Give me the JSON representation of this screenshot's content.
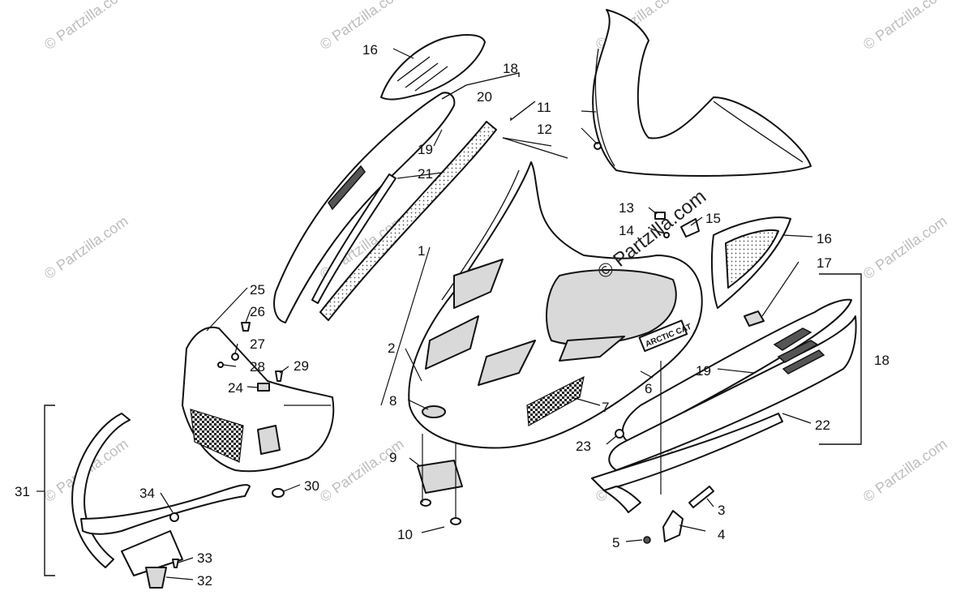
{
  "watermark": "© Partzilla.com",
  "callouts": {
    "c1": "1",
    "c2": "2",
    "c3": "3",
    "c4": "4",
    "c5": "5",
    "c6": "6",
    "c7": "7",
    "c8": "8",
    "c9": "9",
    "c10": "10",
    "c11": "11",
    "c12": "12",
    "c13": "13",
    "c14": "14",
    "c15": "15",
    "c16a": "16",
    "c16b": "16",
    "c17": "17",
    "c18a": "18",
    "c18b": "18",
    "c19a": "19",
    "c19b": "19",
    "c20": "20",
    "c21": "21",
    "c22": "22",
    "c23": "23",
    "c24": "24",
    "c25": "25",
    "c26": "26",
    "c27": "27",
    "c28": "28",
    "c29": "29",
    "c30": "30",
    "c31": "31",
    "c32": "32",
    "c33": "33",
    "c34": "34"
  },
  "decal_text": "ARCTIC CAT"
}
